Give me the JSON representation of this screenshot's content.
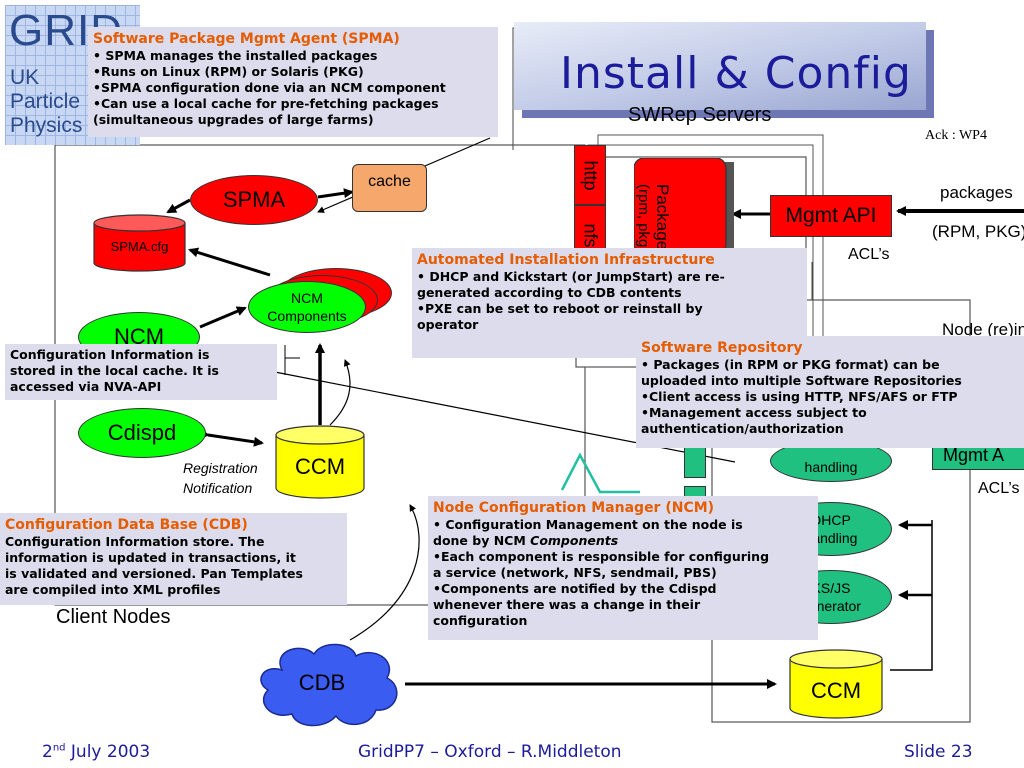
{
  "logo": {
    "grid": "GRID",
    "lines": [
      "UK",
      "Particle",
      "Physics"
    ]
  },
  "title": "Install & Config",
  "swrep_servers": "SWRep Servers",
  "ack": "Ack : WP4",
  "spma_box": {
    "title": "Software Package Mgmt Agent (SPMA)",
    "lines": [
      "• SPMA manages the installed packages",
      "•Runs on Linux (RPM) or Solaris (PKG)",
      "•SPMA configuration done via an NCM component",
      "•Can use a local cache for pre-fetching packages",
      "(simultaneous upgrades of large farms)"
    ]
  },
  "nodes": {
    "spma": "SPMA",
    "spma_cfg": "SPMA.cfg",
    "cache": "cache",
    "ncm_components": [
      "NCM",
      "Components"
    ],
    "ncm": "NCM",
    "cdispd": "Cdispd",
    "ccm_client": "CCM",
    "ccm_server": "CCM",
    "cdb": "CDB",
    "http": "http",
    "nfs": "nfs",
    "packages_cyl": [
      "Packages",
      "(rpm, pkg)"
    ],
    "mgmt_api": "Mgmt API",
    "mgmt_api_right": "Mgmt A",
    "handling": "handling",
    "dhcp": [
      "DHCP",
      "handling"
    ],
    "ksjs": [
      "KS/JS",
      "generator"
    ]
  },
  "labels": {
    "packages": "packages",
    "rpm_pkg": "(RPM, PKG)",
    "acls_top": "ACL’s",
    "acls_right": "ACL’s",
    "node_reinstall": "Node (re)in",
    "registration": "Registration",
    "notification": "Notification",
    "client_nodes": "Client Nodes"
  },
  "aii_box": {
    "title": "Automated Installation Infrastructure",
    "lines": [
      "• DHCP and Kickstart (or JumpStart) are re-",
      "generated according to CDB contents",
      "•PXE can be set to reboot or reinstall by",
      "operator"
    ]
  },
  "config_info_box": {
    "lines": [
      "Configuration Information is",
      "stored in the local cache. It is",
      "accessed via NVA-API"
    ]
  },
  "swrep_box": {
    "title": "Software Repository",
    "lines": [
      "• Packages (in RPM or PKG format) can be",
      "uploaded into multiple Software Repositories",
      "•Client access is using HTTP, NFS/AFS or FTP",
      "•Management access subject to",
      "authentication/authorization"
    ]
  },
  "cdb_box": {
    "title": "Configuration Data Base (CDB)",
    "lines": [
      "Configuration Information store. The",
      "information is updated in transactions, it",
      "is validated and versioned. Pan Templates",
      "are compiled into XML profiles"
    ]
  },
  "ncm_box": {
    "title": "Node Configuration Manager (NCM)",
    "line1": "• Configuration Management on the node is",
    "line2_prefix": "done by NCM ",
    "line2_italic": "Components",
    "lines": [
      "•Each component is responsible for configuring",
      "a service (network, NFS, sendmail, PBS)",
      "•Components are notified by the Cdispd",
      "whenever there was a change in their",
      "configuration"
    ]
  },
  "footer": {
    "date_day": "2",
    "date_sup": "nd",
    "date_rest": " July 2003",
    "center": "GridPP7 – Oxford – R.Middleton",
    "slide": "Slide 23"
  },
  "colors": {
    "title": "#1c1c9a",
    "callout_bg": "#dcdcec",
    "callout_title": "#e65c00",
    "red": "#ff0000",
    "green": "#00ff00",
    "yellow": "#ffff00",
    "cache": "#f6a86c",
    "cdb_cloud": "#3a5cf0",
    "teal": "#20c080"
  }
}
